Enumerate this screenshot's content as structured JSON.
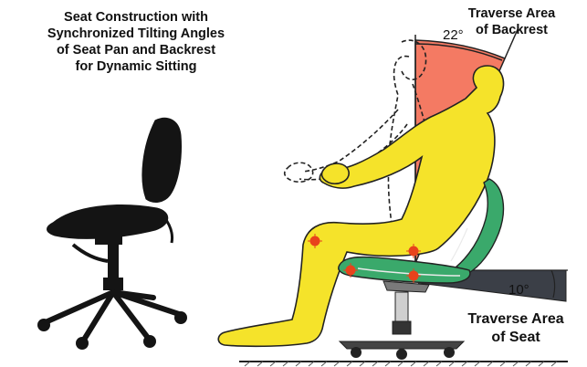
{
  "title_lines": [
    "Seat Construction with",
    "Synchronized Tilting Angles",
    "of Seat Pan and Backrest",
    "for Dynamic Sitting"
  ],
  "backrest_label": [
    "Traverse Area",
    "of Backrest"
  ],
  "backrest_angle": "22°",
  "seat_label": [
    "Traverse Area",
    "of Seat"
  ],
  "seat_angle": "10°",
  "colors": {
    "backrest_area": "#f47a63",
    "person": "#f5e32a",
    "chair": "#3aa96b",
    "seat_area": "#3b3f47",
    "pivot": "#e8431c"
  },
  "icons": [
    "chair-photo-icon",
    "seated-person-icon",
    "office-chair-icon",
    "pivot-marker-icon"
  ]
}
